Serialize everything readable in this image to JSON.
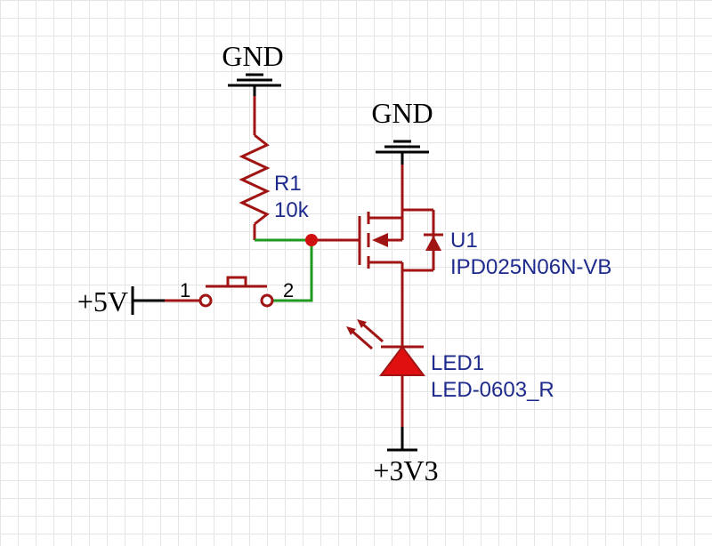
{
  "nets": {
    "gnd_top": "GND",
    "gnd_mosfet": "GND",
    "vcc_5v": "+5V",
    "vcc_3v3": "+3V3"
  },
  "resistor": {
    "designator": "R1",
    "value": "10k"
  },
  "mosfet": {
    "designator": "U1",
    "part": "IPD025N06N-VB"
  },
  "led": {
    "designator": "LED1",
    "part": "LED-0603_R"
  },
  "switch": {
    "pin1": "1",
    "pin2": "2"
  },
  "colors": {
    "component": "#a11414",
    "net_wire": "#1f9a1f",
    "label_text": "#1e2a8c",
    "junction": "#d01010",
    "led_fill": "#e01010"
  }
}
